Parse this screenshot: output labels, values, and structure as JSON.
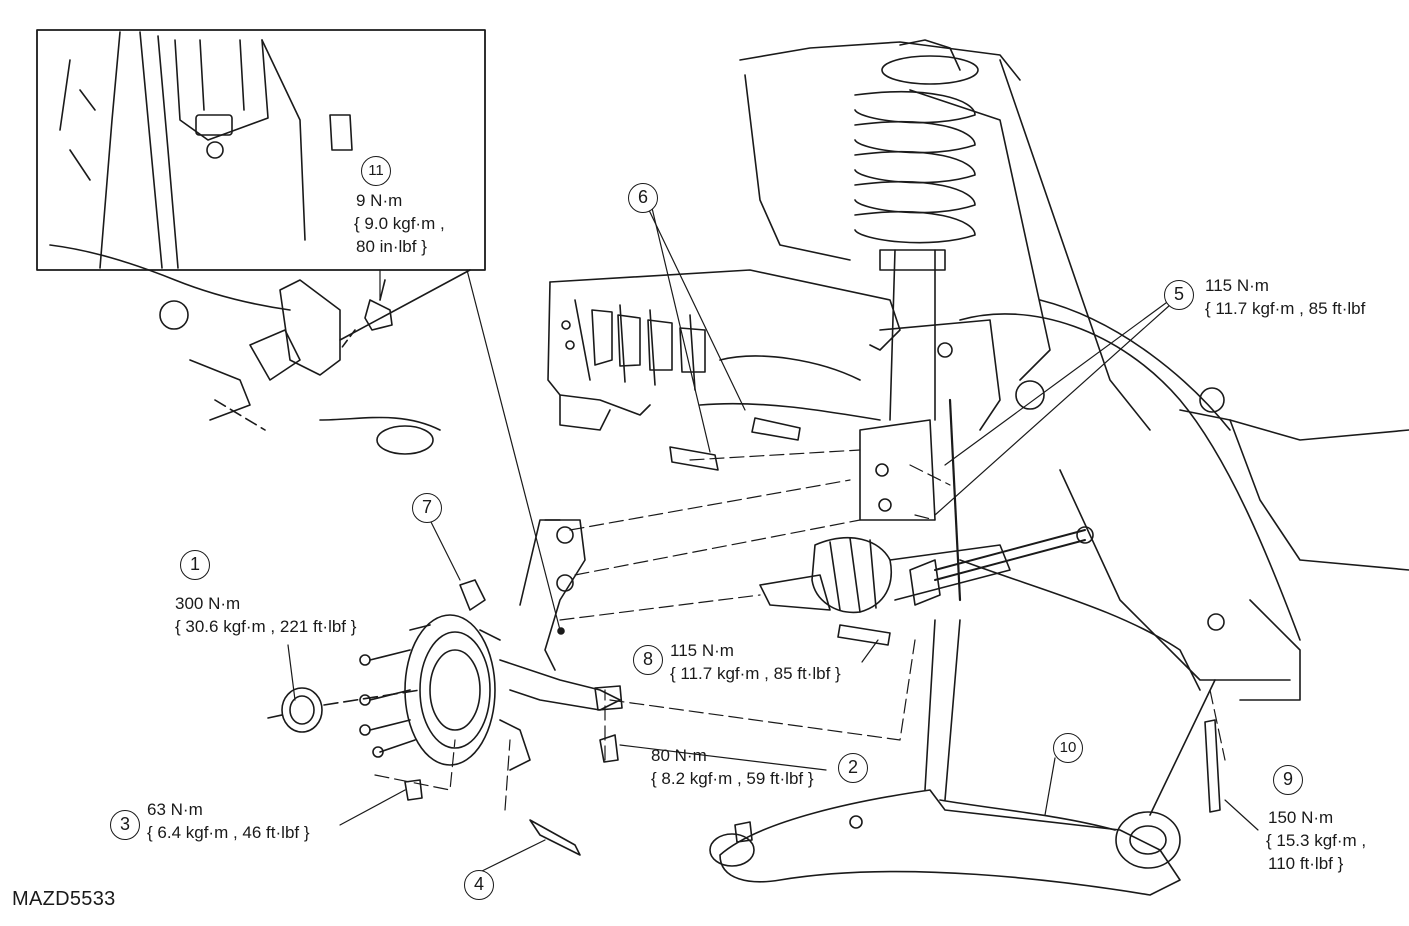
{
  "figure_code": "MAZD5533",
  "callouts": [
    {
      "id": "1",
      "torque": "300 N·m",
      "detail": "{ 30.6 kgf·m , 221 ft·lbf }"
    },
    {
      "id": "2",
      "torque": "80 N·m",
      "detail": "{ 8.2 kgf·m , 59 ft·lbf }"
    },
    {
      "id": "3",
      "torque": "63 N·m",
      "detail": "{ 6.4 kgf·m , 46 ft·lbf }"
    },
    {
      "id": "4"
    },
    {
      "id": "5",
      "torque": "115 N·m",
      "detail": "{ 11.7 kgf·m , 85 ft·lbf"
    },
    {
      "id": "6"
    },
    {
      "id": "7"
    },
    {
      "id": "8",
      "torque": "115 N·m",
      "detail": "{ 11.7 kgf·m , 85 ft·lbf }"
    },
    {
      "id": "9",
      "torque": "150 N·m",
      "detail_line1": "{ 15.3 kgf·m ,",
      "detail_line2": "110 ft·lbf }"
    },
    {
      "id": "10"
    },
    {
      "id": "11",
      "torque": "9 N·m",
      "detail_line1": "{ 9.0 kgf·m ,",
      "detail_line2": "80 in·lbf }"
    }
  ]
}
